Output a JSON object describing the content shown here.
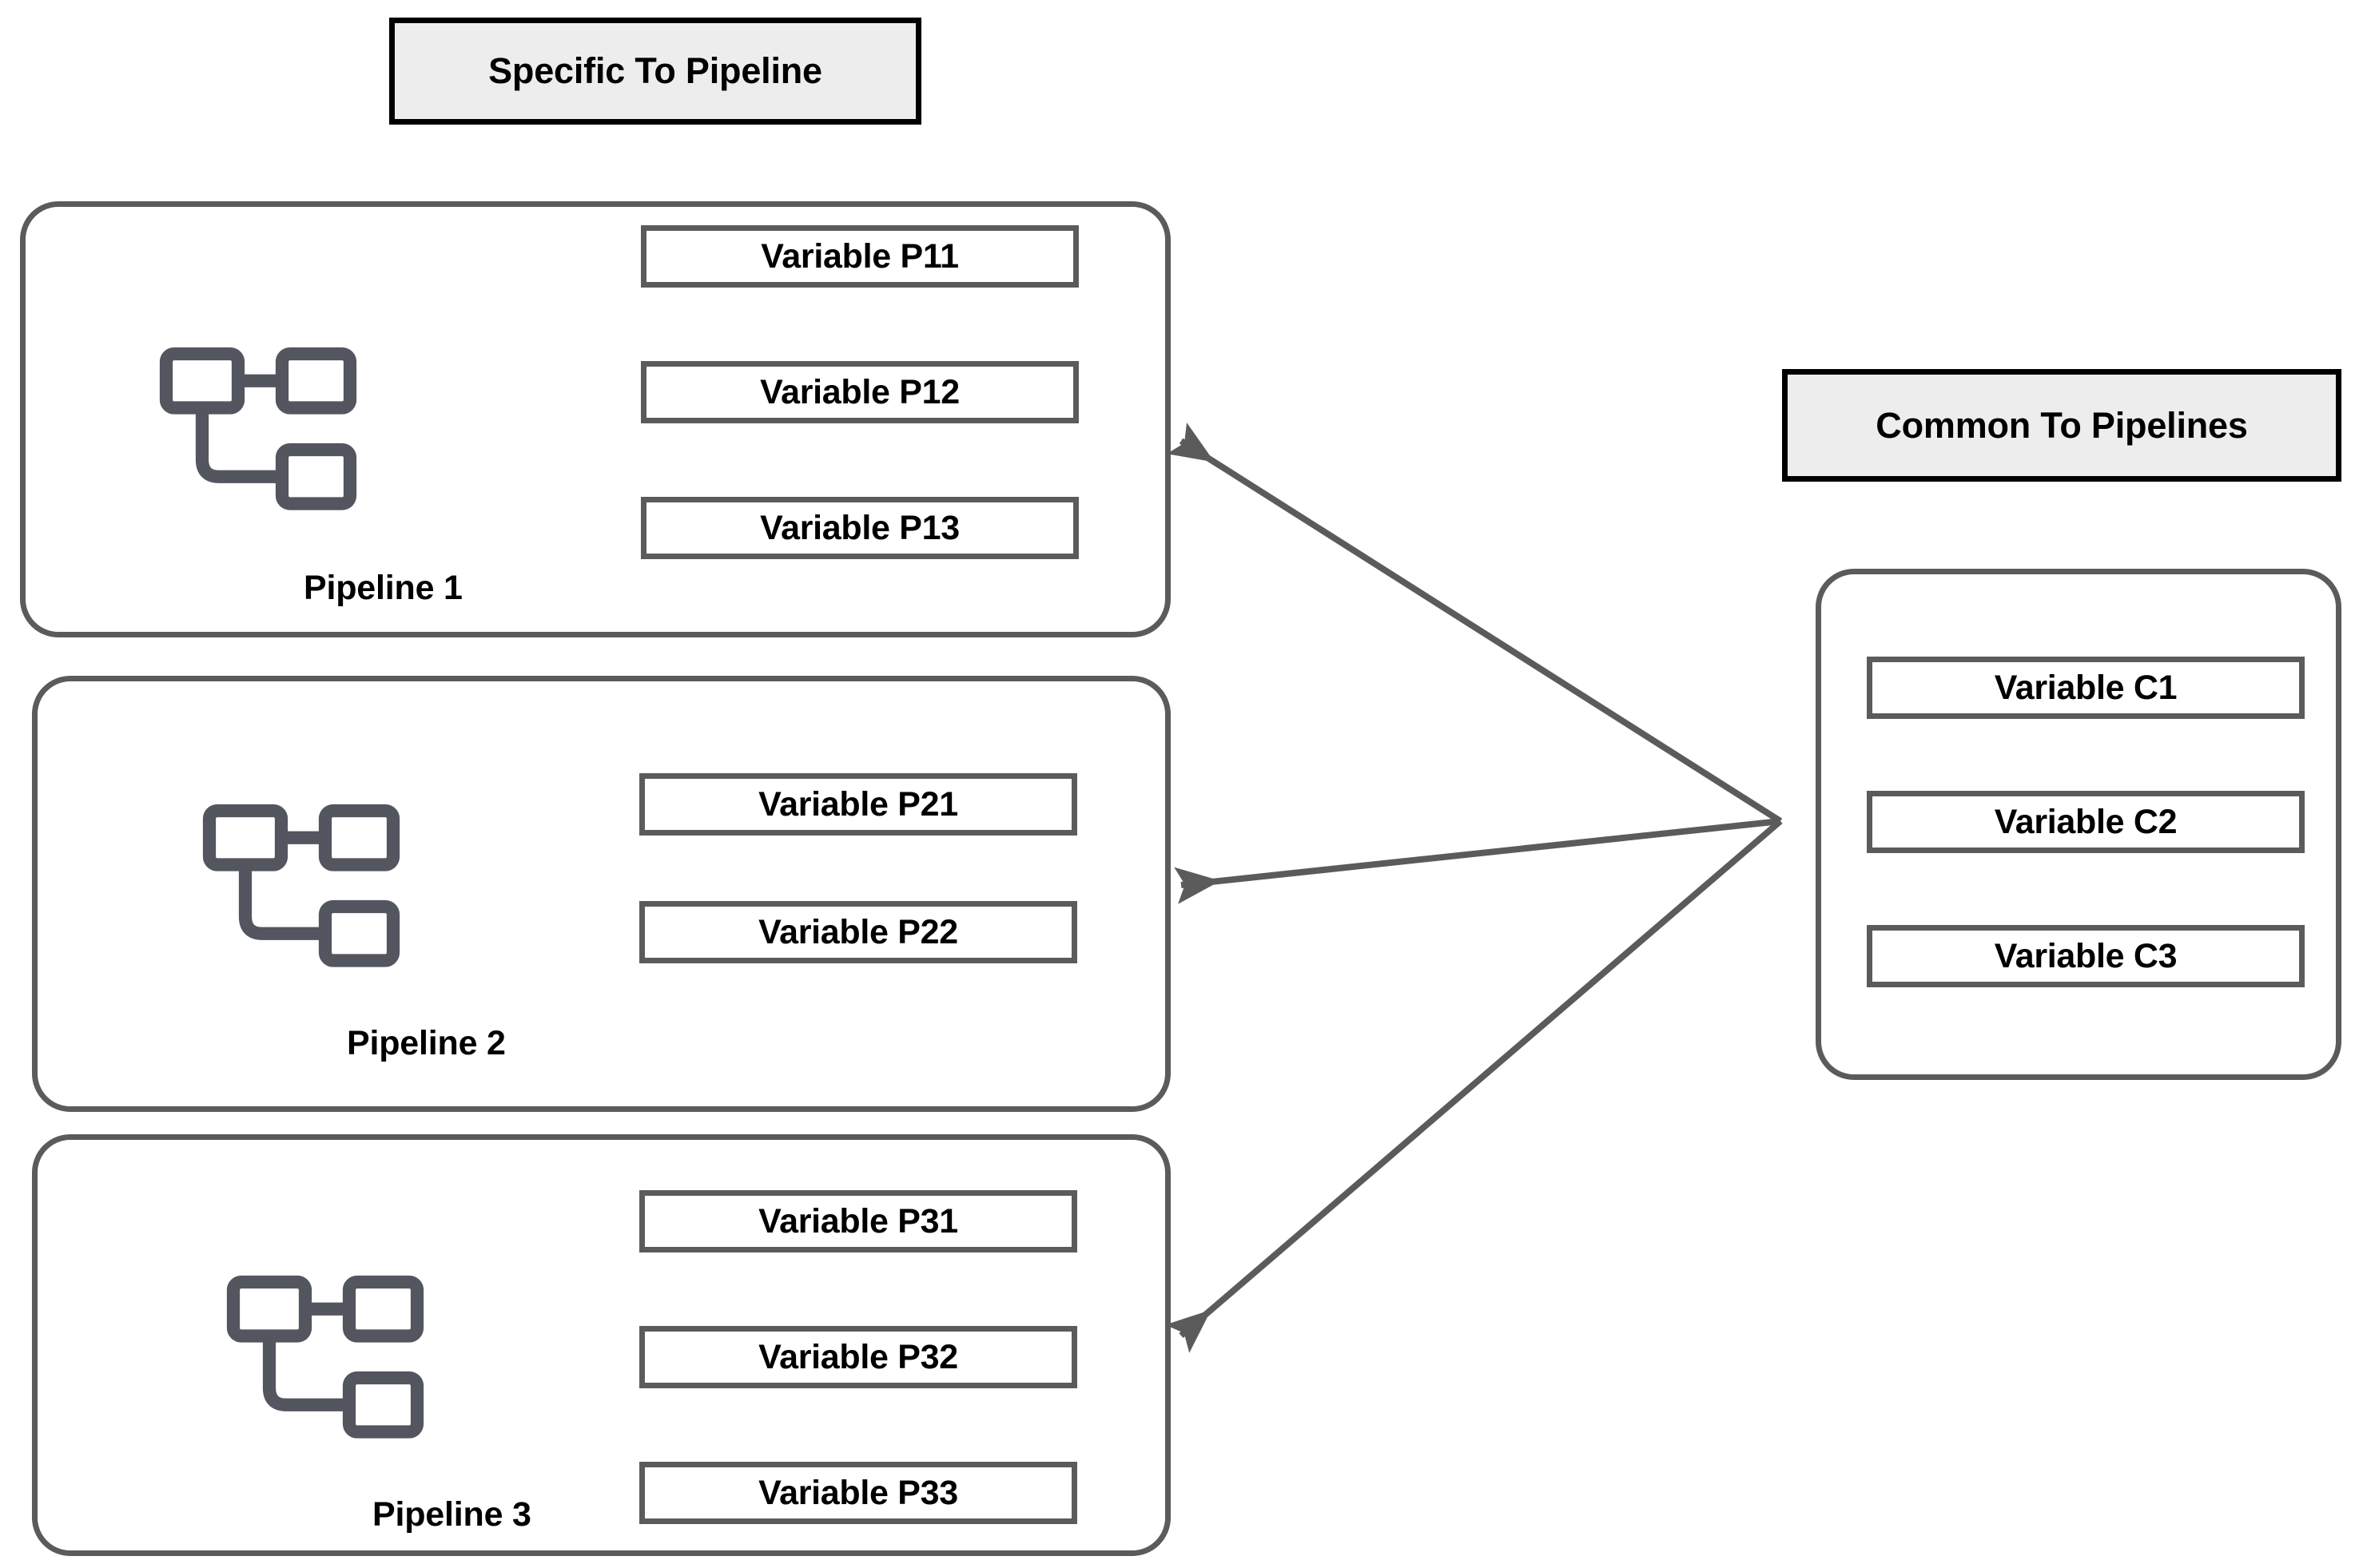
{
  "sections": {
    "specific": {
      "title": "Specific To Pipeline"
    },
    "common": {
      "title": "Common To Pipelines",
      "variables": [
        {
          "label": "Variable C1"
        },
        {
          "label": "Variable C2"
        },
        {
          "label": "Variable C3"
        }
      ]
    }
  },
  "pipelines": [
    {
      "caption": "Pipeline 1",
      "icon": "pipeline-flow-icon",
      "variables": [
        {
          "label": "Variable P11"
        },
        {
          "label": "Variable P12"
        },
        {
          "label": "Variable P13"
        }
      ]
    },
    {
      "caption": "Pipeline 2",
      "icon": "pipeline-flow-icon",
      "variables": [
        {
          "label": "Variable P21"
        },
        {
          "label": "Variable P22"
        }
      ]
    },
    {
      "caption": "Pipeline 3",
      "icon": "pipeline-flow-icon",
      "variables": [
        {
          "label": "Variable P31"
        },
        {
          "label": "Variable P32"
        },
        {
          "label": "Variable P33"
        }
      ]
    }
  ],
  "connections": [
    {
      "from": "common-group",
      "to": "pipeline-group-0",
      "style": "arrow"
    },
    {
      "from": "common-group",
      "to": "pipeline-group-1",
      "style": "arrow"
    },
    {
      "from": "common-group",
      "to": "pipeline-group-2",
      "style": "arrow"
    }
  ],
  "colors": {
    "banner_fill": "#ededed",
    "banner_border": "#000000",
    "box_border": "#5b5b5b",
    "icon_stroke": "#53555f",
    "arrow": "#5b5b5b",
    "background": "#ffffff",
    "text": "#000000"
  }
}
